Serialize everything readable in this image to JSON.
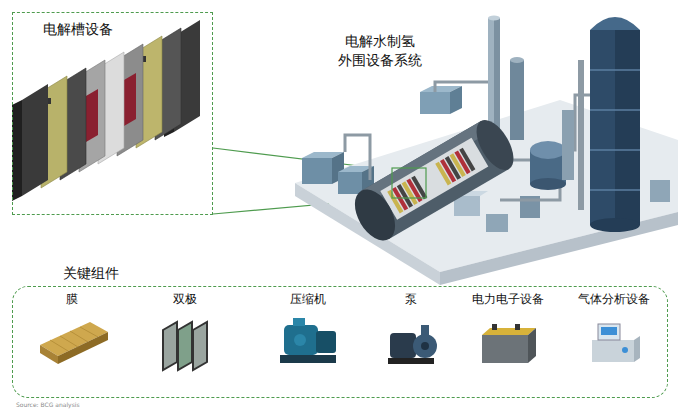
{
  "diagram": {
    "nodes": [
      {
        "text": [
          "电解槽设备"
        ]
      },
      {
        "text": [
          "关键组件"
        ]
      }
    ],
    "labels": [
      "电解水制氢 外围设备系统",
      "膜",
      "双极",
      "压缩机",
      "泵",
      "电力电子设备",
      "气体分析设备",
      "Source: BCG analysis"
    ]
  }
}
